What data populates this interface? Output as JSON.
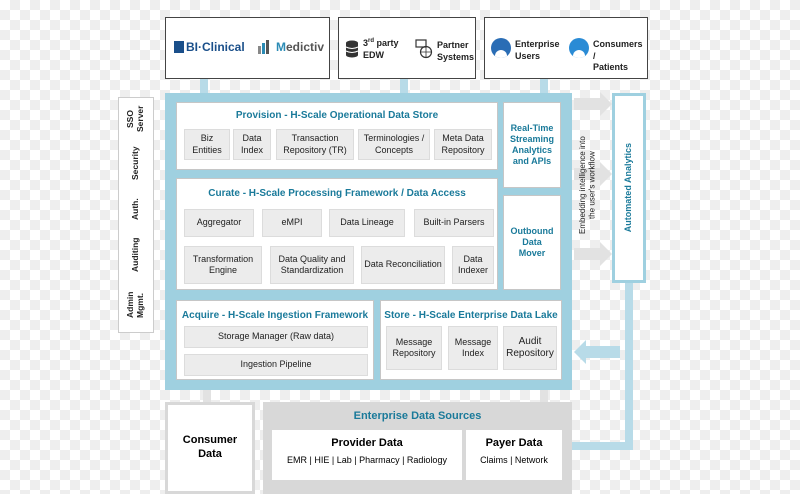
{
  "top": {
    "bi_clinical": "BI·Clinical",
    "medictiv_m": "M",
    "medictiv_rest": "edictiv",
    "edw_sup": "rd",
    "edw_line1_pre": "3",
    "edw_line1_post": " party",
    "edw_line2": "EDW",
    "partner_line1": "Partner",
    "partner_line2": "Systems",
    "enterprise_line1": "Enterprise",
    "enterprise_line2": "Users",
    "consumers_line1": "Consumers /",
    "consumers_line2": "Patients"
  },
  "side_labels": [
    "SSO Server",
    "Security",
    "Auth.",
    "Auditing",
    "Admin Mgmt."
  ],
  "provision": {
    "title": "Provision - H-Scale Operational Data Store",
    "cells": [
      "Biz Entities",
      "Data Index",
      "Transaction Repository (TR)",
      "Terminologies / Concepts",
      "Meta Data Repository"
    ]
  },
  "realtime": "Real-Time Streaming Analytics and APIs",
  "curate": {
    "title": "Curate - H-Scale Processing Framework / Data Access",
    "row1": [
      "Aggregator",
      "eMPI",
      "Data Lineage",
      "Built-in Parsers"
    ],
    "row2": [
      "Transformation Engine",
      "Data Quality and Standardization",
      "Data Reconciliation",
      "Data Indexer"
    ]
  },
  "outbound": "Outbound Data Mover",
  "acquire": {
    "title": "Acquire - H-Scale Ingestion Framework",
    "cells": [
      "Storage Manager (Raw data)",
      "Ingestion Pipeline"
    ]
  },
  "store": {
    "title": "Store - H-Scale Enterprise Data Lake",
    "cells": [
      "Message Repository",
      "Message Index",
      "Audit Repository"
    ]
  },
  "embedding": "Embedding intelligence into the user's workflow",
  "automated": "Automated Analytics",
  "bottom": {
    "consumer": "Consumer Data",
    "enterprise_title": "Enterprise Data Sources",
    "provider_title": "Provider Data",
    "provider_items": "EMR | HIE | Lab | Pharmacy | Radiology",
    "payer_title": "Payer Data",
    "payer_items": "Claims | Network"
  },
  "colors": {
    "accent": "#1a7a9a",
    "frame": "#9fd0e0",
    "cell": "#ececec"
  },
  "icons": [
    "database-icon",
    "network-icon",
    "users-icon",
    "patients-icon",
    "bar-chart-icon"
  ]
}
